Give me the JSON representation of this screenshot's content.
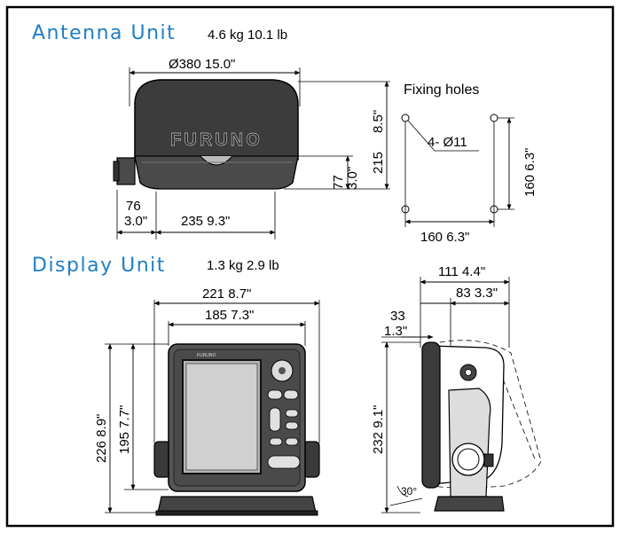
{
  "antenna": {
    "title": "Antenna Unit",
    "weight": "4.6 kg   10.1 lb",
    "brand": "FURUNO",
    "dim_diameter": "Ø380  15.0\"",
    "dim_height_mm": "215",
    "dim_height_in": "8.5\"",
    "dim_base_mm": "77",
    "dim_base_in": "3.0\"",
    "dim_offset_mm": "76",
    "dim_offset_in": "3.0\"",
    "dim_length": "235  9.3\""
  },
  "fixing": {
    "title": "Fixing holes",
    "holes": "4- Ø11",
    "dim_v": "160  6.3\"",
    "dim_h": "160  6.3\""
  },
  "display": {
    "title": "Display Unit",
    "weight": "1.3 kg   2.9 lb",
    "dim_width": "221  8.7\"",
    "dim_inner_width": "185  7.3\"",
    "dim_height": "226  8.9\"",
    "dim_inner_height": "195  7.7\"",
    "brand": "FURUNO"
  },
  "side": {
    "dim_depth": "111  4.4\"",
    "dim_depth2": "83  3.3\"",
    "dim_front_mm": "33",
    "dim_front_in": "1.3\"",
    "dim_height": "232  9.1\"",
    "angle": "30°"
  }
}
